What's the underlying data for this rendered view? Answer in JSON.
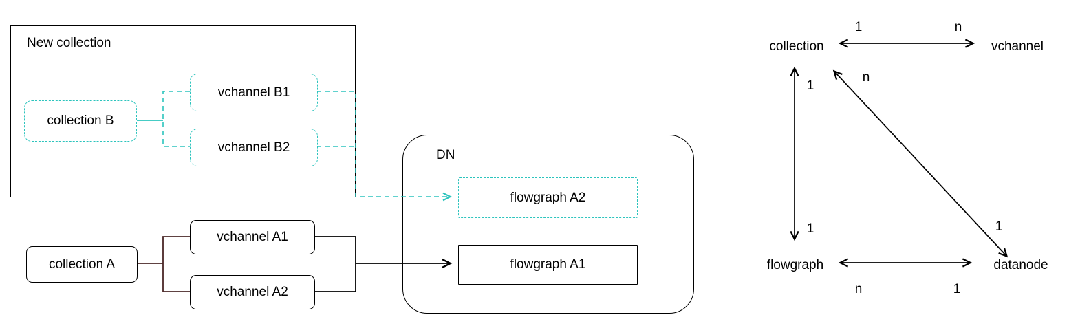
{
  "colors": {
    "background": "#ffffff",
    "accent_teal": "#2cc4bd",
    "line_black": "#000000",
    "branch_dark": "#4a2727",
    "text": "#000000"
  },
  "left_diagram": {
    "new_collection_label": "New collection",
    "dn_label": "DN",
    "boxes": {
      "collection_b": "collection B",
      "vchannel_b1": "vchannel B1",
      "vchannel_b2": "vchannel B2",
      "flowgraph_a2": "flowgraph A2",
      "flowgraph_a1": "flowgraph A1",
      "collection_a": "collection A",
      "vchannel_a1": "vchannel A1",
      "vchannel_a2": "vchannel A2"
    }
  },
  "relation_diagram": {
    "entities": {
      "collection": "collection",
      "vchannel": "vchannel",
      "flowgraph": "flowgraph",
      "datanode": "datanode"
    },
    "cardinalities": {
      "collection_vchannel": {
        "collection_end": "1",
        "vchannel_end": "n"
      },
      "collection_flowgraph": {
        "collection_end": "1",
        "flowgraph_end": "1"
      },
      "collection_datanode": {
        "collection_end": "n",
        "datanode_end": "1"
      },
      "flowgraph_datanode": {
        "flowgraph_end": "n",
        "datanode_end": "1"
      }
    }
  }
}
